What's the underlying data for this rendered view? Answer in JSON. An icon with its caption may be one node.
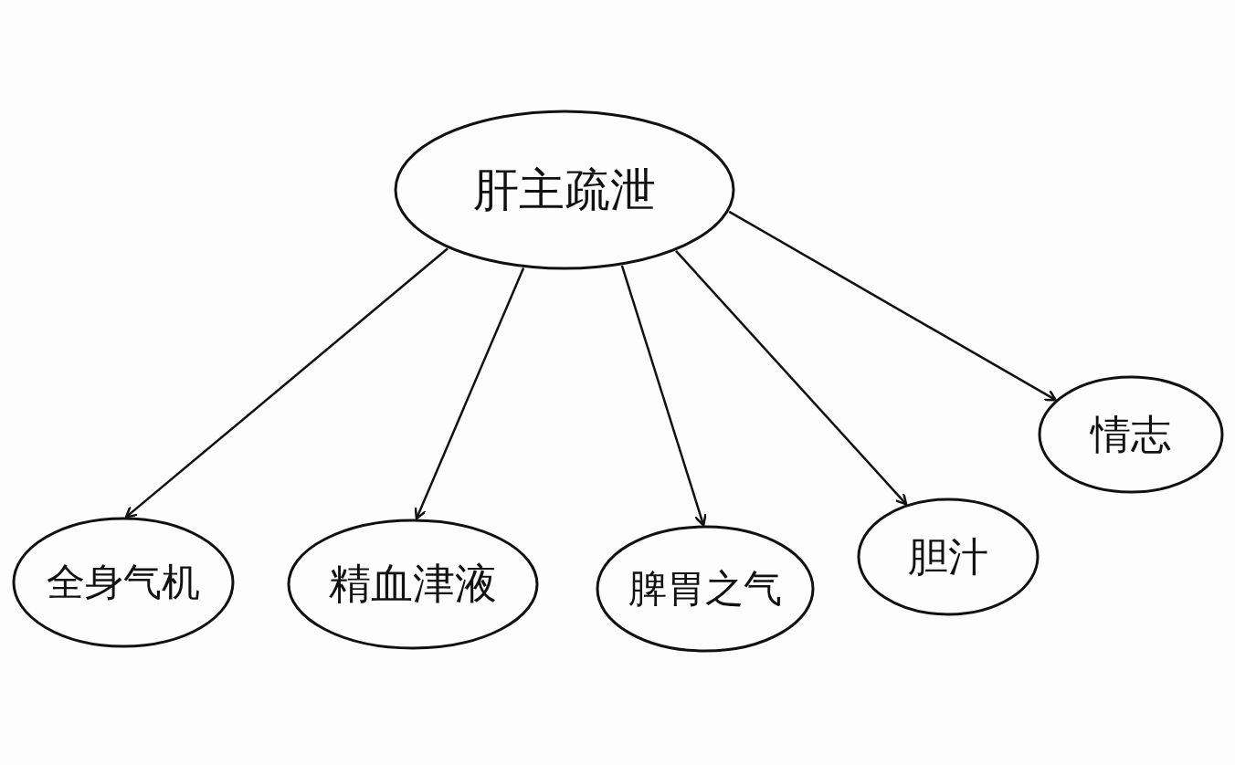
{
  "diagram": {
    "nodes": [
      {
        "text": [
          "肝主疏泄"
        ]
      },
      {
        "text": [
          "全身气机"
        ]
      },
      {
        "text": [
          "精血津液"
        ]
      },
      {
        "text": [
          "脾胃之气"
        ]
      },
      {
        "text": [
          "胆汁"
        ]
      },
      {
        "text": [
          "情志"
        ]
      }
    ],
    "edges": [
      {
        "from": 0,
        "to": 1,
        "arrow": "to"
      },
      {
        "from": 0,
        "to": 2,
        "arrow": "to"
      },
      {
        "from": 0,
        "to": 3,
        "arrow": "to"
      },
      {
        "from": 0,
        "to": 4,
        "arrow": "to"
      },
      {
        "from": 0,
        "to": 5,
        "arrow": "to"
      }
    ]
  }
}
